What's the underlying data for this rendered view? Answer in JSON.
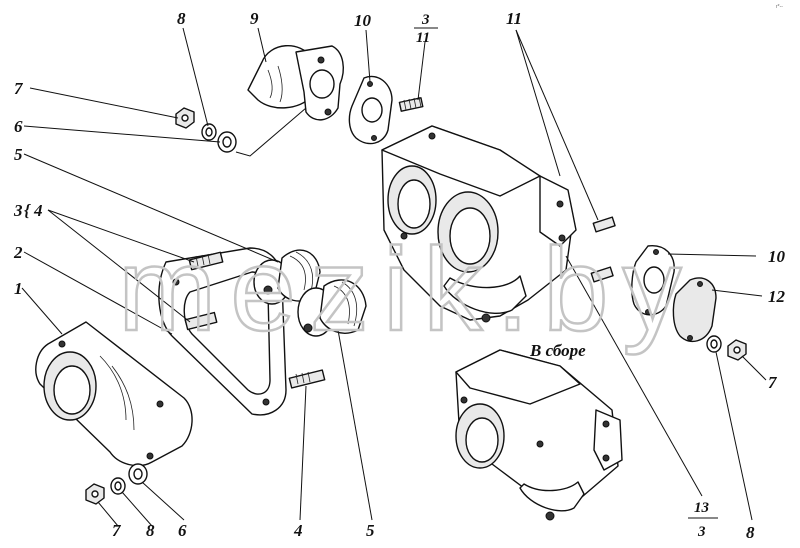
{
  "labels": {
    "p1": "1",
    "p2": "2",
    "p3_left": "3",
    "p4_top": "4",
    "p4_bottom": "4",
    "p5_top": "5",
    "p5_bottom": "5",
    "p6_left": "6",
    "p6_bottom": "6",
    "p7_left": "7",
    "p7_bottom": "7",
    "p7_right": "7",
    "p8_top": "8",
    "p8_bottom": "8",
    "p8_right": "8",
    "p9": "9",
    "p10_top": "10",
    "p10_right": "10",
    "p11_right": "11",
    "p12": "12",
    "frac_top_num": "3",
    "frac_top_den": "11",
    "frac_bottom_num": "13",
    "frac_bottom_den": "3"
  },
  "caption": "В сборе",
  "watermark": "mezik.by",
  "corner_mark": "r*--"
}
